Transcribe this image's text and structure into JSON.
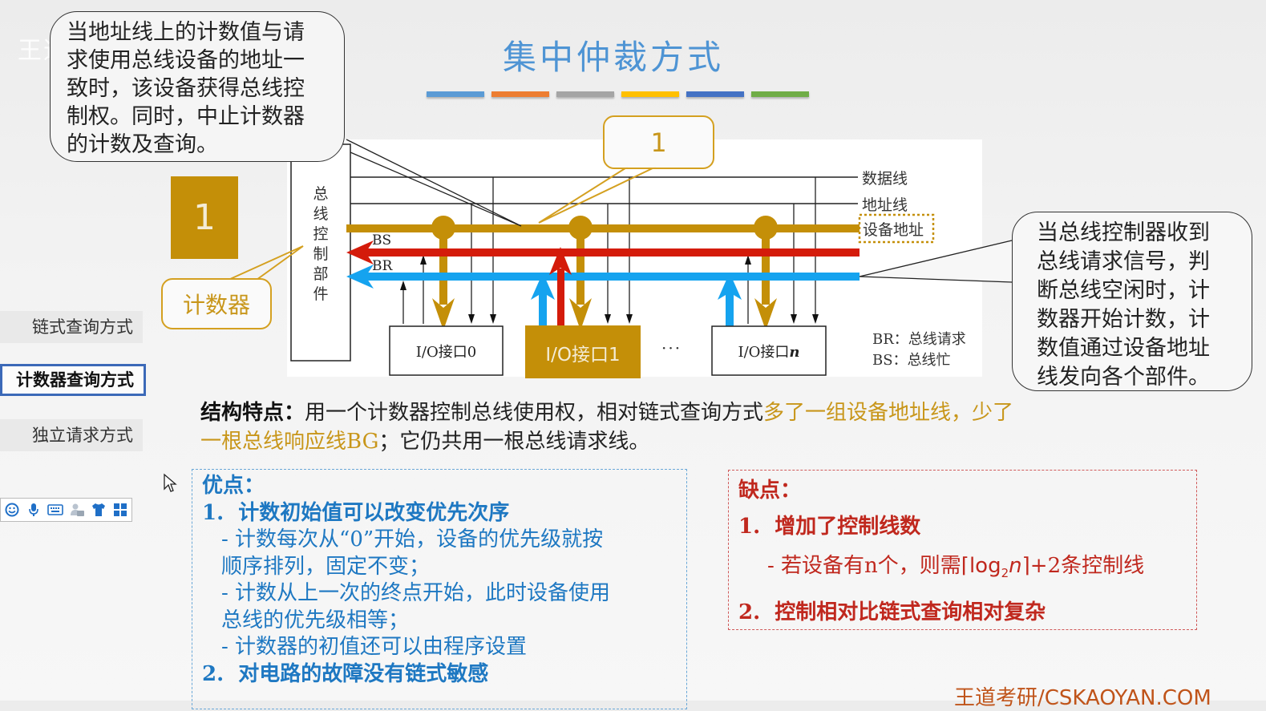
{
  "watermark": "王道论坛",
  "slide": {
    "title": "集中仲裁方式",
    "title_color": "#4e94d4",
    "color_bar": [
      "#5b9bd5",
      "#ed7d31",
      "#a5a5a5",
      "#ffc000",
      "#4472c4",
      "#70ad47"
    ]
  },
  "callouts": {
    "top_left": [
      "当地址线上的计数值与请",
      "求使用总线设备的地址一",
      "致时，该设备获得总线控",
      "制权。同时，中止计数器",
      "的计数及查询。"
    ],
    "right": [
      "当总线控制器收到",
      "总线请求信号，判",
      "断总线空闲时，计",
      "数器开始计数，计",
      "数值通过设备地址",
      "线发向各个部件。"
    ],
    "counter_value": "1",
    "counter_label": "计数器",
    "address_value": "1"
  },
  "diagram": {
    "controller_label": [
      "总",
      "线",
      "控",
      "制",
      "部",
      "件"
    ],
    "lines": {
      "data": "数据线",
      "address": "地址线",
      "device_address": "设备地址"
    },
    "signals": {
      "bs": "BS",
      "br": "BR"
    },
    "devices": [
      {
        "label": "I/O接口0",
        "highlighted": false
      },
      {
        "label": "I/O接口1",
        "highlighted": true
      },
      {
        "label": "I/O接口",
        "suffix": "n",
        "highlighted": false
      }
    ],
    "ellipsis": "···",
    "legend": [
      {
        "key": "BR：",
        "value": "总线请求"
      },
      {
        "key": "BS：",
        "value": "总线忙"
      }
    ],
    "colors": {
      "device_address_bus": "#c48f08",
      "bs_line": "#d41b0a",
      "br_line": "#15a3ef"
    }
  },
  "sidebar": {
    "items": [
      {
        "label": "链式查询方式",
        "active": false
      },
      {
        "label": "计数器查询方式",
        "active": true
      },
      {
        "label": "独立请求方式",
        "active": false
      }
    ]
  },
  "ime_toolbar": {
    "icons": [
      "emoji-icon",
      "microphone-icon",
      "keyboard-icon",
      "user-badge-icon",
      "skin-icon",
      "grid-icon"
    ]
  },
  "structure": {
    "label": "结构特点：",
    "text_1": "用一个计数器控制总线使用权，相对链式查询方式",
    "highlight": "多了一组设备地址线，少了一根总线响应线BG",
    "text_2": "；它仍共用一根总线请求线。"
  },
  "pros": {
    "heading": "优点：",
    "items": [
      {
        "num": "1.",
        "title": "计数初始值可以改变优先次序"
      },
      {
        "num": "2.",
        "title": "对电路的故障没有链式敏感"
      }
    ],
    "subs": [
      "- 计数每次从“0”开始，设备的优先级就按",
      "顺序排列，固定不变；",
      "- 计数从上一次的终点开始，此时设备使用",
      "总线的优先级相等；",
      "- 计数器的初值还可以由程序设置"
    ]
  },
  "cons": {
    "heading": "缺点：",
    "items": [
      {
        "num": "1.",
        "title": "增加了控制线数"
      },
      {
        "num": "2.",
        "title": "控制相对比链式查询相对复杂"
      }
    ],
    "sub_prefix": "- 若设备有n个，则需",
    "sub_formula_open": "⌈",
    "sub_formula_log": "log",
    "sub_formula_base": "2",
    "sub_formula_var": "n",
    "sub_formula_close": "⌉",
    "sub_suffix": "+2条控制线"
  },
  "footer": "王道考研/CSKAOYAN.COM"
}
